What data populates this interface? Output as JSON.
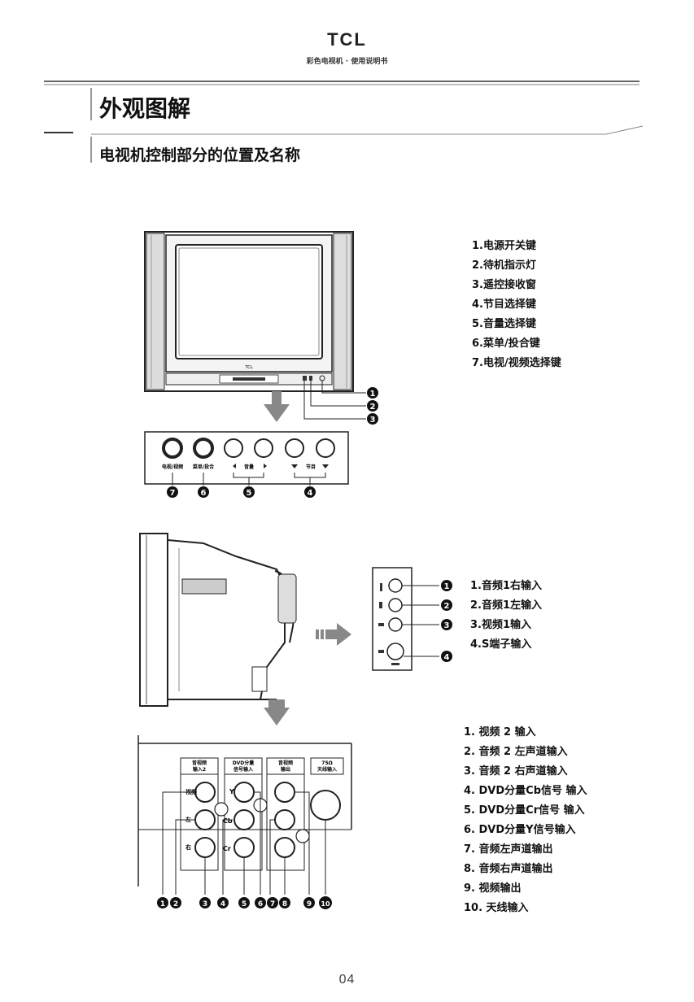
{
  "header": {
    "brand": "TCL",
    "subtitle": "彩色电视机 · 使用说明书"
  },
  "section_title": "外观图解",
  "subsection_title": "电视机控制部分的位置及名称",
  "tv_front": {
    "brand_on_tv": "TCL",
    "panel_labels": [
      "电视/视频",
      "菜单/投合",
      "音量",
      "节目"
    ],
    "callout_numbers": [
      "1",
      "2",
      "3"
    ],
    "panel_numbers": [
      "7",
      "6",
      "5",
      "4"
    ],
    "items": [
      "1.电源开关键",
      "2.待机指示灯",
      "3.遥控接收窗",
      "4.节目选择键",
      "5.音量选择键",
      "6.菜单/投合键",
      "7.电视/视频选择键"
    ]
  },
  "tv_side": {
    "callout_numbers": [
      "1",
      "2",
      "3",
      "4"
    ],
    "items": [
      "1.音频1右输入",
      "2.音频1左输入",
      "3.视频1输入",
      "4.S端子输入"
    ]
  },
  "tv_rear": {
    "box_labels": [
      "音视频\n输入2",
      "DVD分量\n信号输入",
      "音视频\n输出",
      "75Ω\n天线输入"
    ],
    "jack_labels": [
      "视频",
      "左",
      "右",
      "Y",
      "Cb",
      "Cr"
    ],
    "callout_numbers": [
      "1",
      "2",
      "3",
      "4",
      "5",
      "6",
      "7",
      "8",
      "9",
      "10"
    ],
    "items": [
      "1. 视频 2 输入",
      "2. 音频 2 左声道输入",
      "3. 音频 2 右声道输入",
      "4. DVD分量Cb信号 输入",
      "5. DVD分量Cr信号 输入",
      "6. DVD分量Y信号输入",
      "7. 音频左声道输出",
      "8. 音频右声道输出",
      "9. 视频输出",
      "10. 天线输入"
    ]
  },
  "page_number": "04"
}
